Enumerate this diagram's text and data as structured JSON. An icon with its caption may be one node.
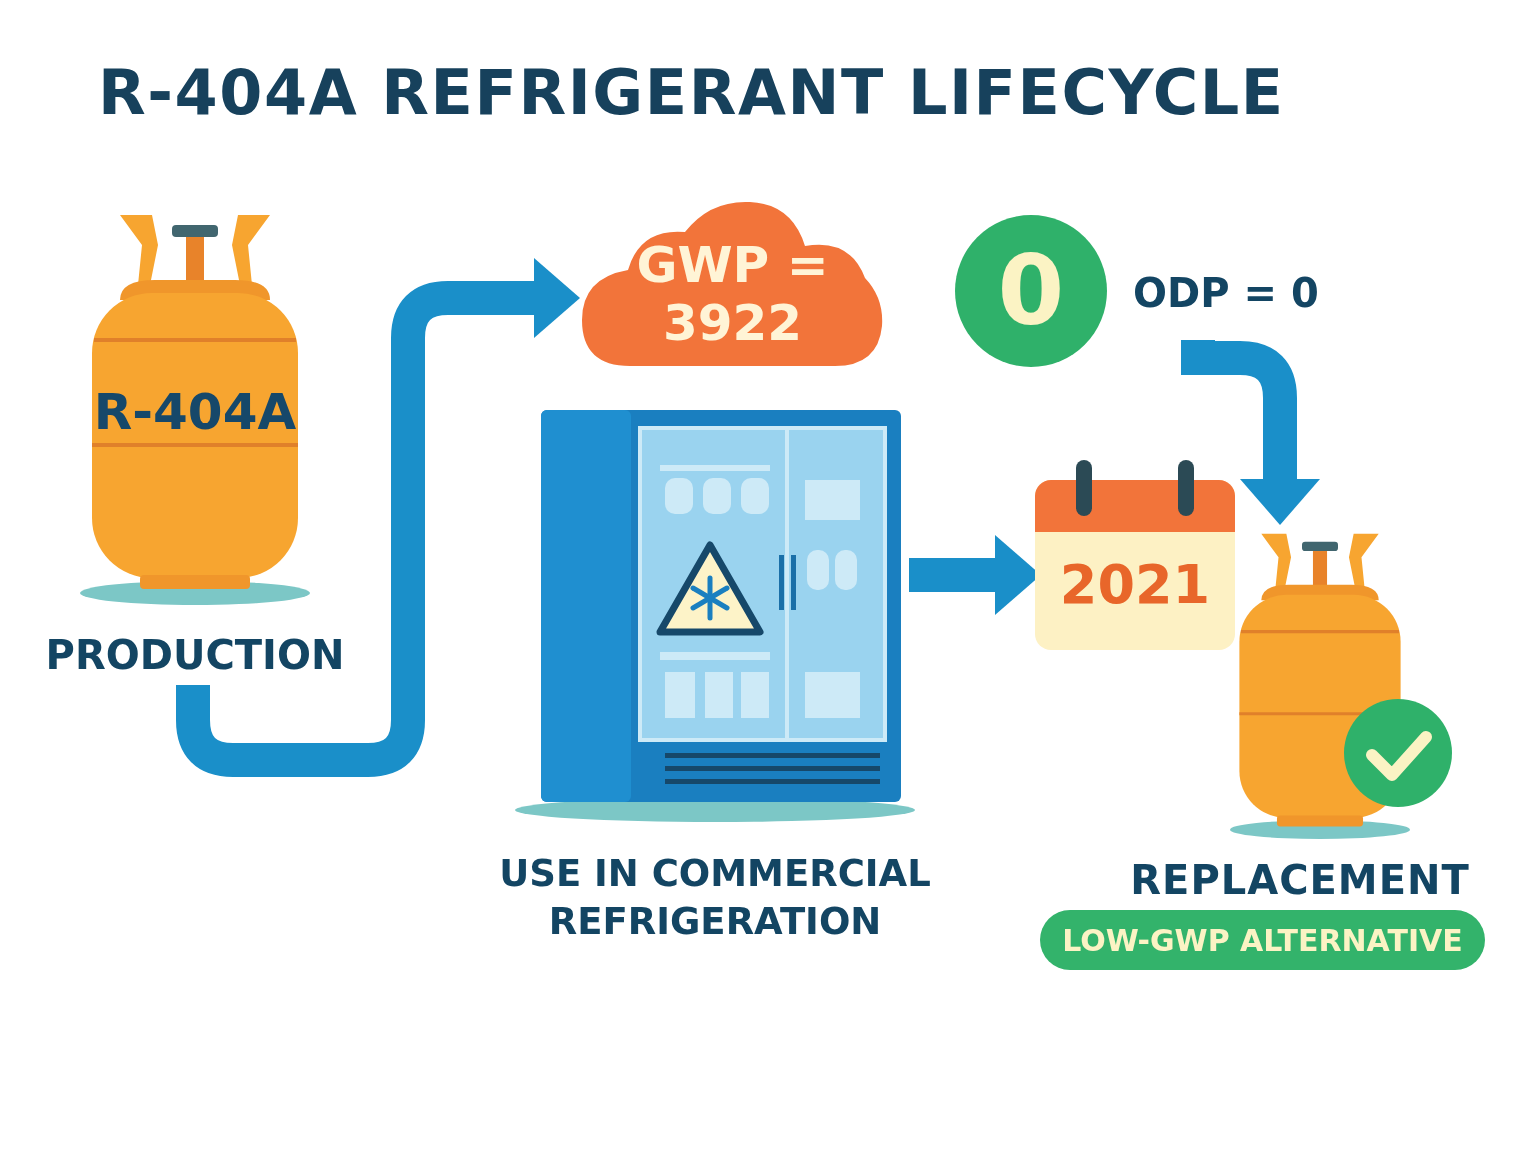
{
  "diagram": {
    "title": "R-404A REFRIGERANT LIFECYCLE",
    "nodes": [
      {
        "text": [
          "R-404A"
        ],
        "beside": [
          "PRODUCTION"
        ]
      },
      {
        "text": [
          "GWP = 3922"
        ]
      },
      {
        "text": [
          "0"
        ],
        "beside": [
          "ODP = 0"
        ]
      },
      {
        "text": [],
        "shape": "picture",
        "beside": [
          "USE IN COMMERCIAL REFRIGERATION"
        ]
      },
      {
        "text": [
          "2021"
        ]
      },
      {
        "text": [],
        "shape": "cylinder",
        "beside": [
          "REPLACEMENT"
        ]
      },
      {
        "text": [
          "LOW-GWP ALTERNATIVE"
        ]
      }
    ],
    "edges": [
      {
        "from": 0,
        "to": 1,
        "arrow": "to"
      },
      {
        "from": 3,
        "to": 4,
        "arrow": "to"
      },
      {
        "from": 2,
        "to": 5,
        "arrow": "to"
      }
    ]
  }
}
